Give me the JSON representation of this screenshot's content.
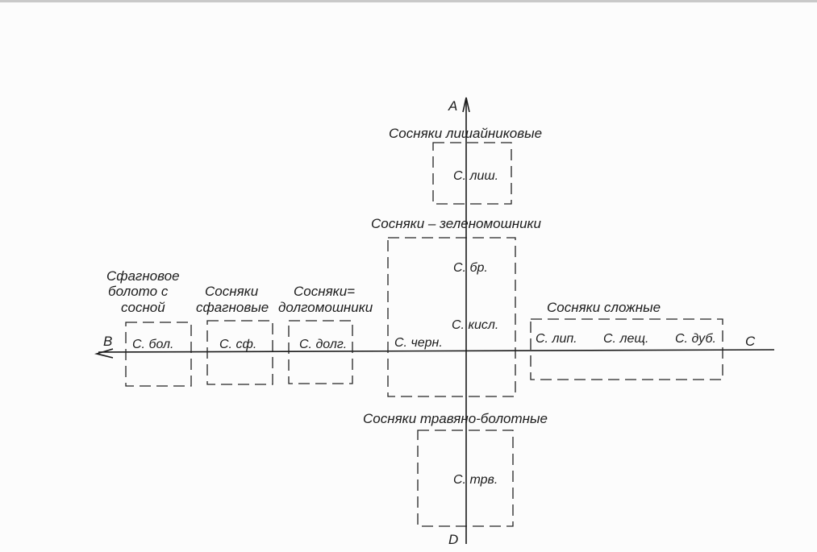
{
  "axes": {
    "top": "A",
    "left": "B",
    "right": "C",
    "bottom": "D"
  },
  "groups": {
    "lichen": {
      "title": "Сосняки  лишайниковые",
      "items": [
        "С. лиш."
      ]
    },
    "green_moss": {
      "title": "Сосняки – зеленомошники",
      "items": [
        "С. бр.",
        "С. кисл.",
        "С. черн."
      ]
    },
    "grass_bog": {
      "title": "Сосняки  травяно-болотные",
      "items": [
        "С. трв."
      ]
    },
    "complex": {
      "title": "Сосняки  сложные",
      "items": [
        "С. лип.",
        "С. лещ.",
        "С. дуб."
      ]
    },
    "bog": {
      "title_lines": [
        "Сфагновое",
        "болото с",
        "сосной"
      ],
      "items": [
        "С. бол."
      ]
    },
    "sphagnum": {
      "title_lines": [
        "Сосняки",
        "сфагновые"
      ],
      "items": [
        "С. сф."
      ]
    },
    "long_moss": {
      "title_lines": [
        "Сосняки=",
        "долгомошники"
      ],
      "items": [
        "С. долг."
      ]
    }
  }
}
